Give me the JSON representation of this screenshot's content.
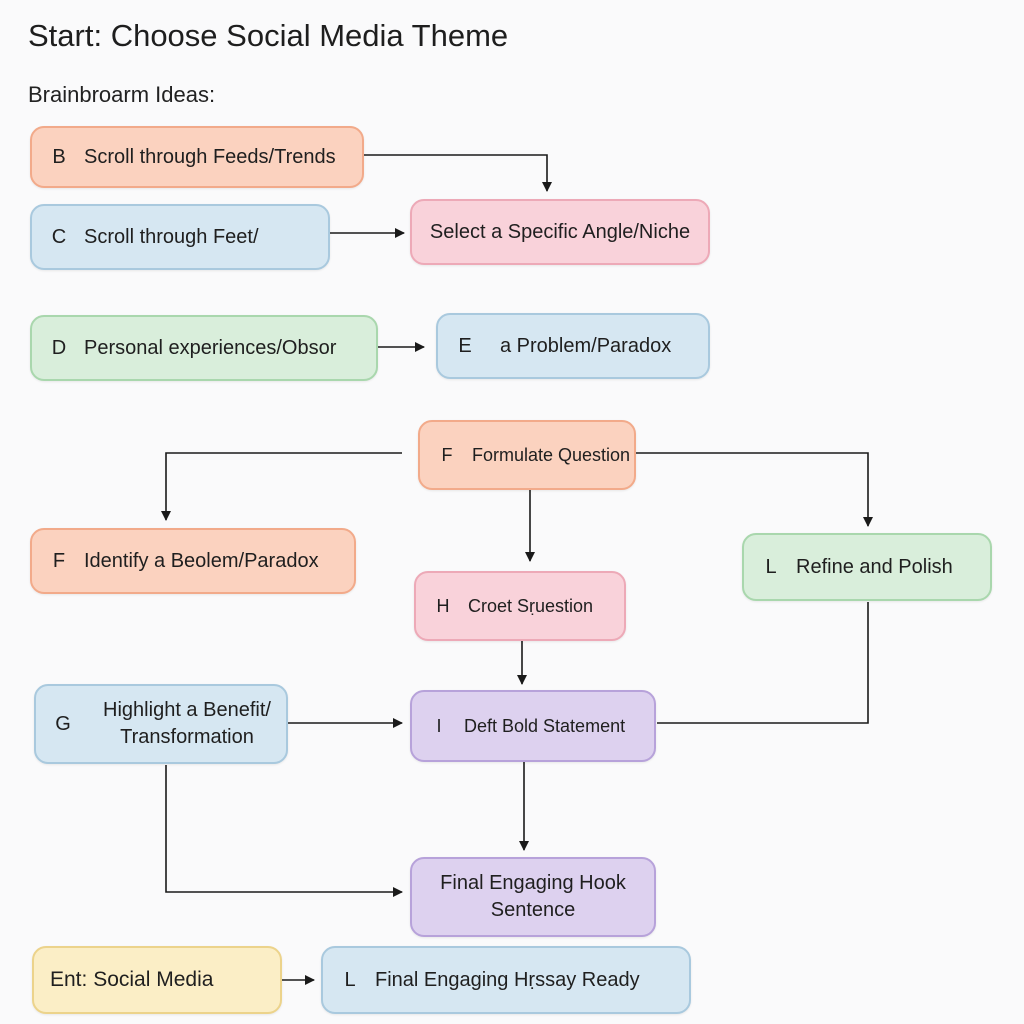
{
  "diagram": {
    "title": "Start: Choose Social Media Theme",
    "subtitle": "Brainbroarm Ideas:",
    "nodes": {
      "b": {
        "letter": "B",
        "label": "Scroll through Feeds/Trends",
        "color": "#fbd2bf"
      },
      "c": {
        "letter": "C",
        "label": "Scroll through Feet/",
        "color": "#d6e7f2"
      },
      "select": {
        "letter": "",
        "label": "Select a Specific Angle/Niche",
        "color": "#f9d2da"
      },
      "d": {
        "letter": "D",
        "label": "Personal experiences/Obsor",
        "color": "#d9eedb"
      },
      "e": {
        "letter": "E",
        "label": "a Problem/Paradox",
        "color": "#d6e7f2"
      },
      "f_formulate": {
        "letter": "F",
        "label": "Formulate Question",
        "color": "#fbd2bf"
      },
      "f_identify": {
        "letter": "F",
        "label": "Identify a Beolem/Paradox",
        "color": "#fbd2bf"
      },
      "l_refine": {
        "letter": "L",
        "label": "Refine and Polish",
        "color": "#d9eedb"
      },
      "h": {
        "letter": "H",
        "label": "Croet Sṛuestion",
        "color": "#f9d2da"
      },
      "g": {
        "letter": "G",
        "label": "Highlight a Benefit/\nTransformation",
        "color": "#d6e7f2"
      },
      "i": {
        "letter": "I",
        "label": "Deft Bold Statement",
        "color": "#ddd1ef"
      },
      "final_hook": {
        "letter": "",
        "label": "Final Engaging Hook\nSentence",
        "color": "#ddd1ef"
      },
      "end": {
        "letter": "",
        "label": "Ent: Social Media",
        "color": "#fbeec6"
      },
      "l_final": {
        "letter": "L",
        "label": "Final Engaging Hṛssay Ready",
        "color": "#d6e7f2"
      }
    },
    "edges": [
      {
        "from": "b",
        "to": "select"
      },
      {
        "from": "c",
        "to": "select"
      },
      {
        "from": "d",
        "to": "e"
      },
      {
        "from": "f_formulate",
        "to": "f_identify"
      },
      {
        "from": "f_formulate",
        "to": "h"
      },
      {
        "from": "f_formulate",
        "to": "l_refine"
      },
      {
        "from": "h",
        "to": "i"
      },
      {
        "from": "g",
        "to": "i"
      },
      {
        "from": "l_refine",
        "to": "i"
      },
      {
        "from": "i",
        "to": "final_hook"
      },
      {
        "from": "g",
        "to": "final_hook"
      },
      {
        "from": "end",
        "to": "l_final"
      }
    ]
  }
}
